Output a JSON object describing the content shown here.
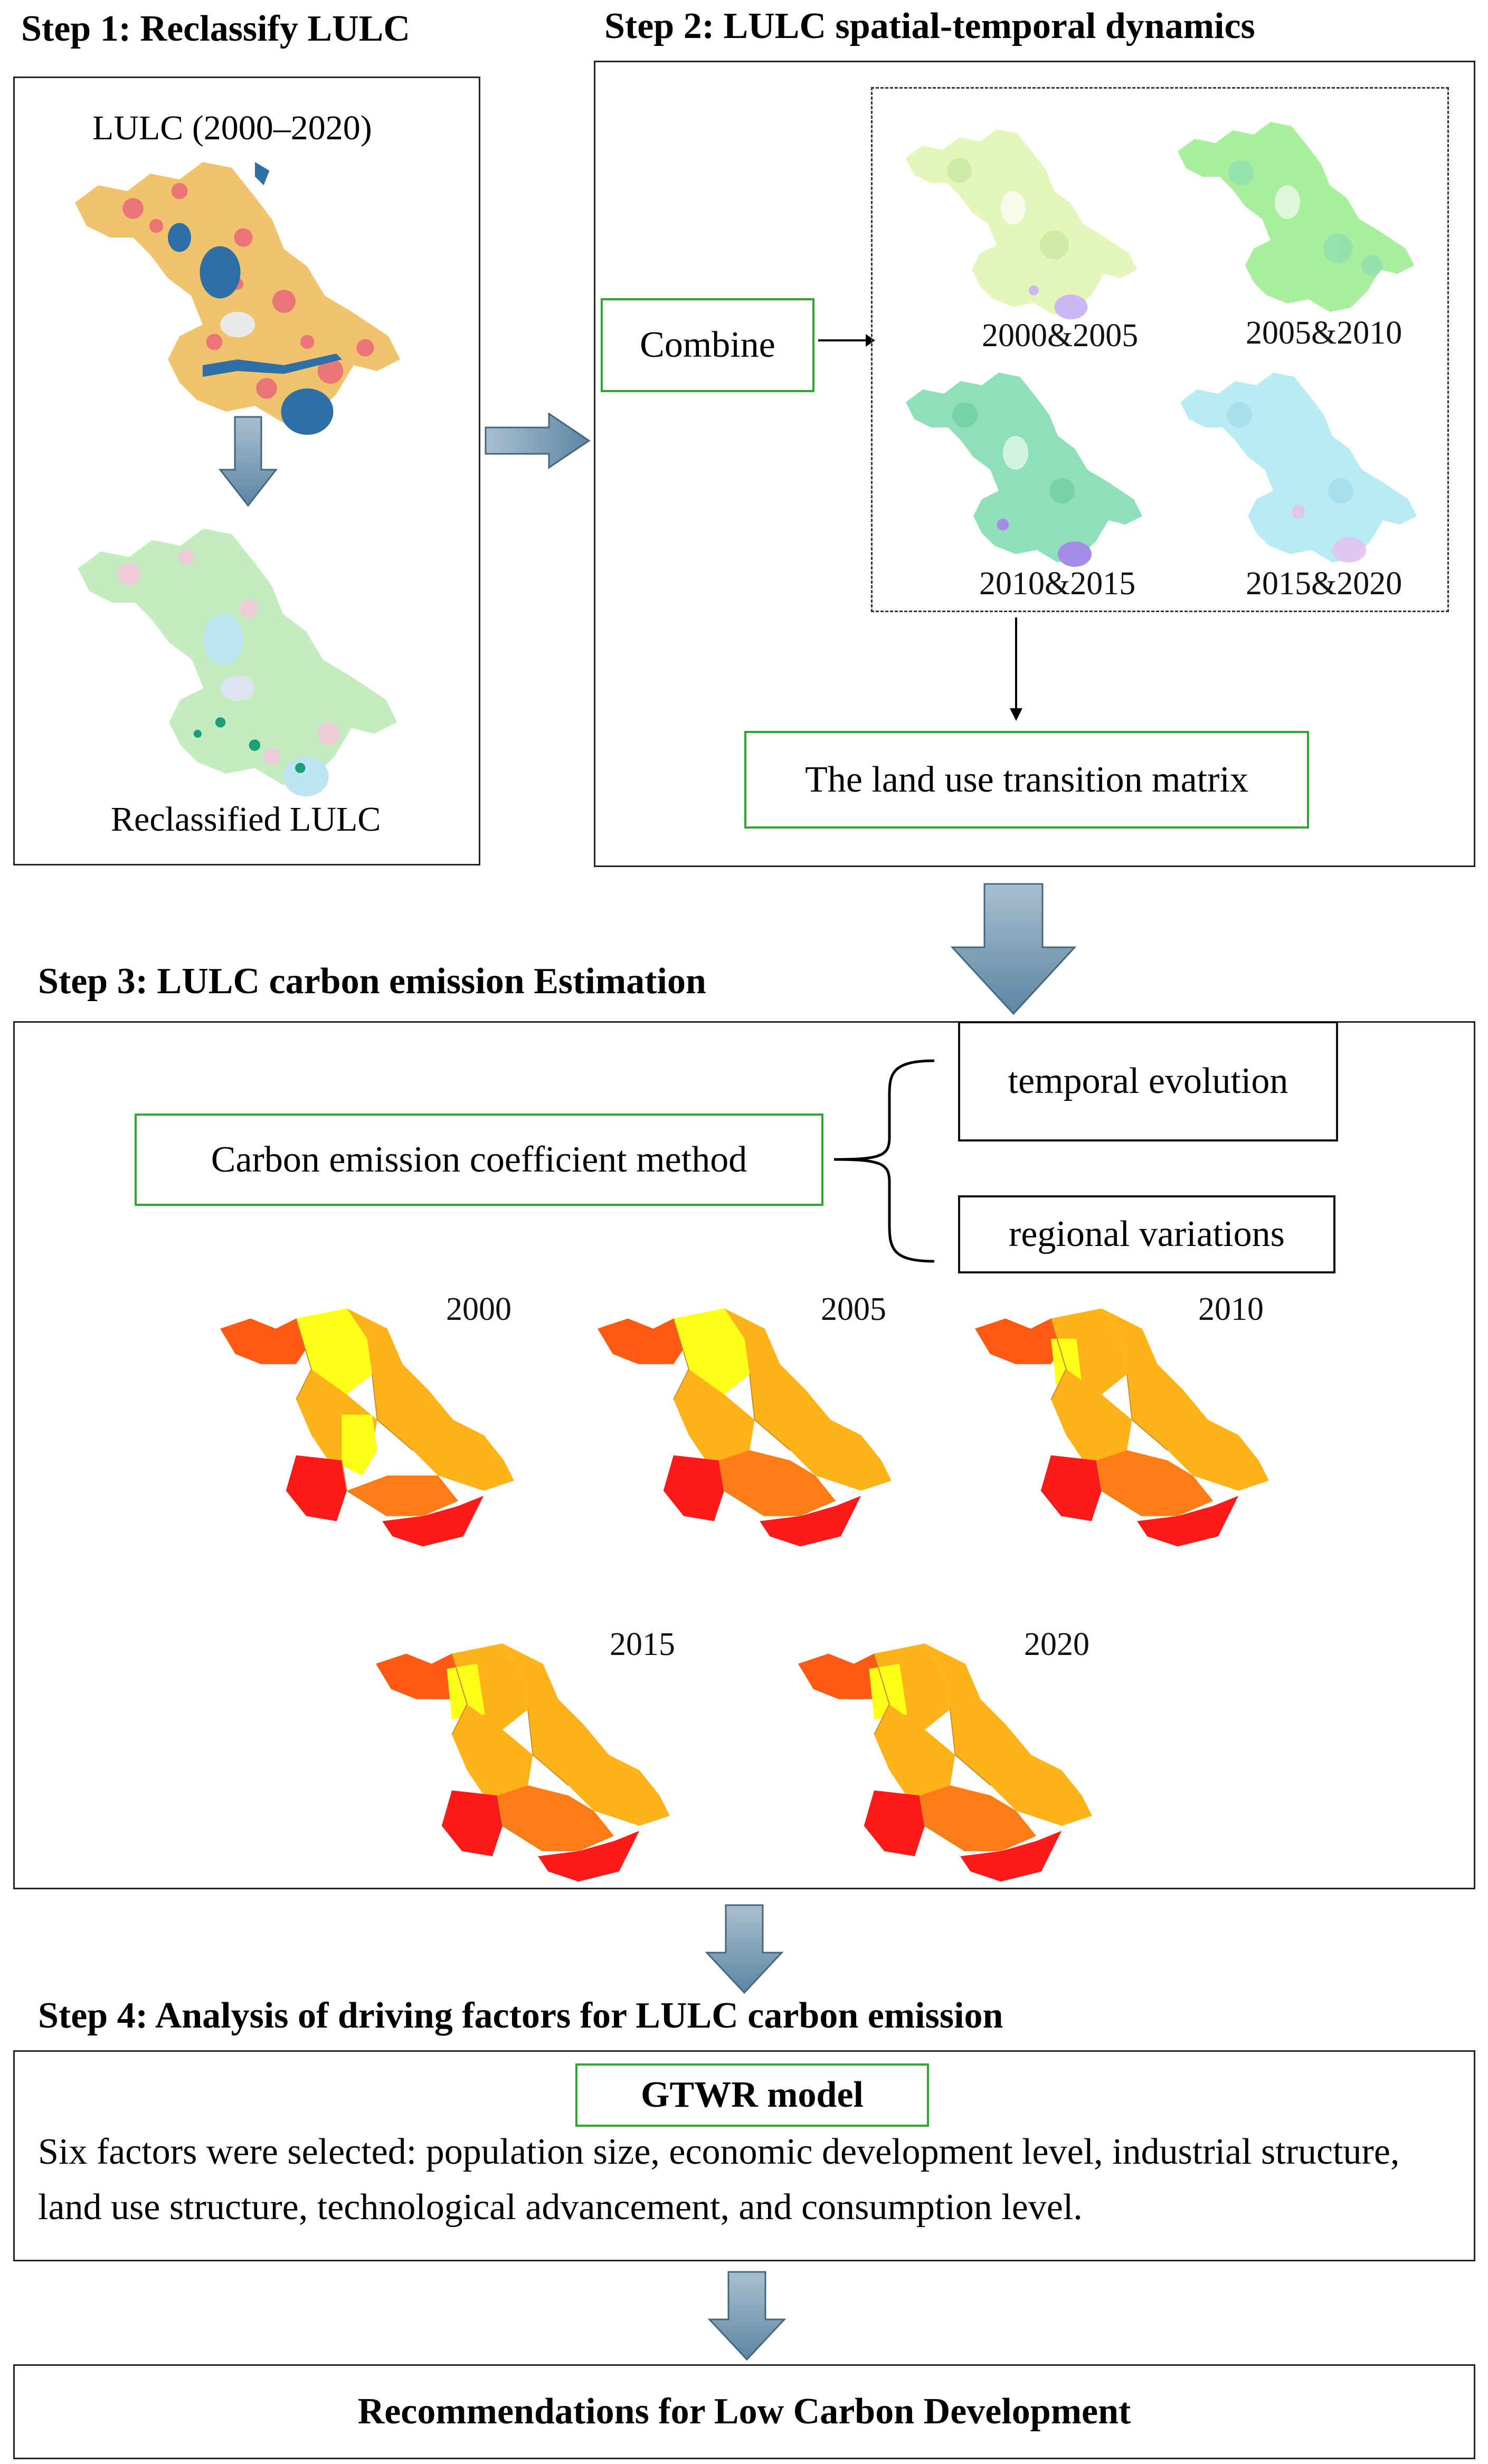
{
  "step1": {
    "title": "Step 1: Reclassify LULC",
    "map_top_label": "LULC (2000–2020)",
    "map_bottom_label": "Reclassified LULC"
  },
  "step2": {
    "title": "Step 2: LULC spatial-temporal dynamics",
    "combine_label": "Combine",
    "pairs": [
      "2000&2005",
      "2005&2010",
      "2010&2015",
      "2015&2020"
    ],
    "matrix_label": "The land use transition matrix"
  },
  "step3": {
    "title": "Step 3: LULC carbon emission Estimation",
    "method_label": "Carbon emission coefficient method",
    "branch_top": "temporal evolution",
    "branch_bottom": "regional variations",
    "years": [
      "2000",
      "2005",
      "2010",
      "2015",
      "2020"
    ]
  },
  "step4": {
    "title": "Step 4: Analysis of driving factors for LULC carbon emission",
    "model_label": "GTWR model",
    "factors_text": "Six factors were selected: population size, economic development level, industrial structure, land use structure, technological advancement, and consumption level."
  },
  "final": {
    "label": "Recommendations for Low Carbon Development"
  },
  "colors": {
    "green_border": "#2fa82f",
    "arrow_fill": "#6f93ad",
    "emission_low": "#ffff1a",
    "emission_mid": "#ffb319",
    "emission_high": "#ff7d14",
    "emission_top": "#ff1a1a"
  }
}
